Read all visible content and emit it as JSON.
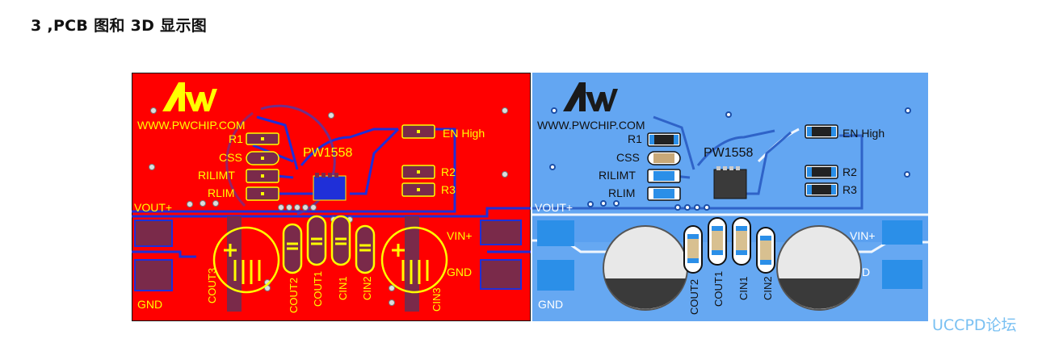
{
  "heading": "3 ,PCB 图和 3D 显示图",
  "watermark": "UCCPD论坛",
  "pcb": {
    "website": "WWW.PWCHIP.COM",
    "chip": "PW1558",
    "labels": {
      "r1": "R1",
      "css": "CSS",
      "rilimt": "RILIMT",
      "rlim": "RLIM",
      "en_high": "EN High",
      "r2": "R2",
      "r3": "R3",
      "vout": "VOUT+",
      "vin": "VIN+",
      "gnd_left": "GND",
      "gnd_right": "GND",
      "cout3": "COUT3",
      "cout2": "COUT2",
      "cout1": "COUT1",
      "cin1": "CIN1",
      "cin2": "CIN2",
      "cin3": "CIN3"
    },
    "colors": {
      "board": "#ff0000",
      "silk": "#ffff00",
      "trace": "#1f2fd8",
      "pad": "#7a2a4a"
    }
  },
  "view3d": {
    "website": "WWW.PWCHIP.COM",
    "chip": "PW1558",
    "labels": {
      "r1": "R1",
      "css": "CSS",
      "rilimt": "RILIMT",
      "rlim": "RLIM",
      "en_high": "EN High",
      "r2": "R2",
      "r3": "R3",
      "vout": "VOUT+",
      "vin": "VIN+",
      "gnd_left": "GND",
      "gnd_right": "D",
      "cout2": "COUT2",
      "cout1": "COUT1",
      "cin1": "CIN1",
      "cin2": "CIN2"
    },
    "colors": {
      "board": "#5aa0f0",
      "trace": "#2f63c8",
      "pad": "#2b8fe8",
      "cap_body": "#e8e8e8",
      "cap_dark": "#3a3a3a"
    }
  }
}
